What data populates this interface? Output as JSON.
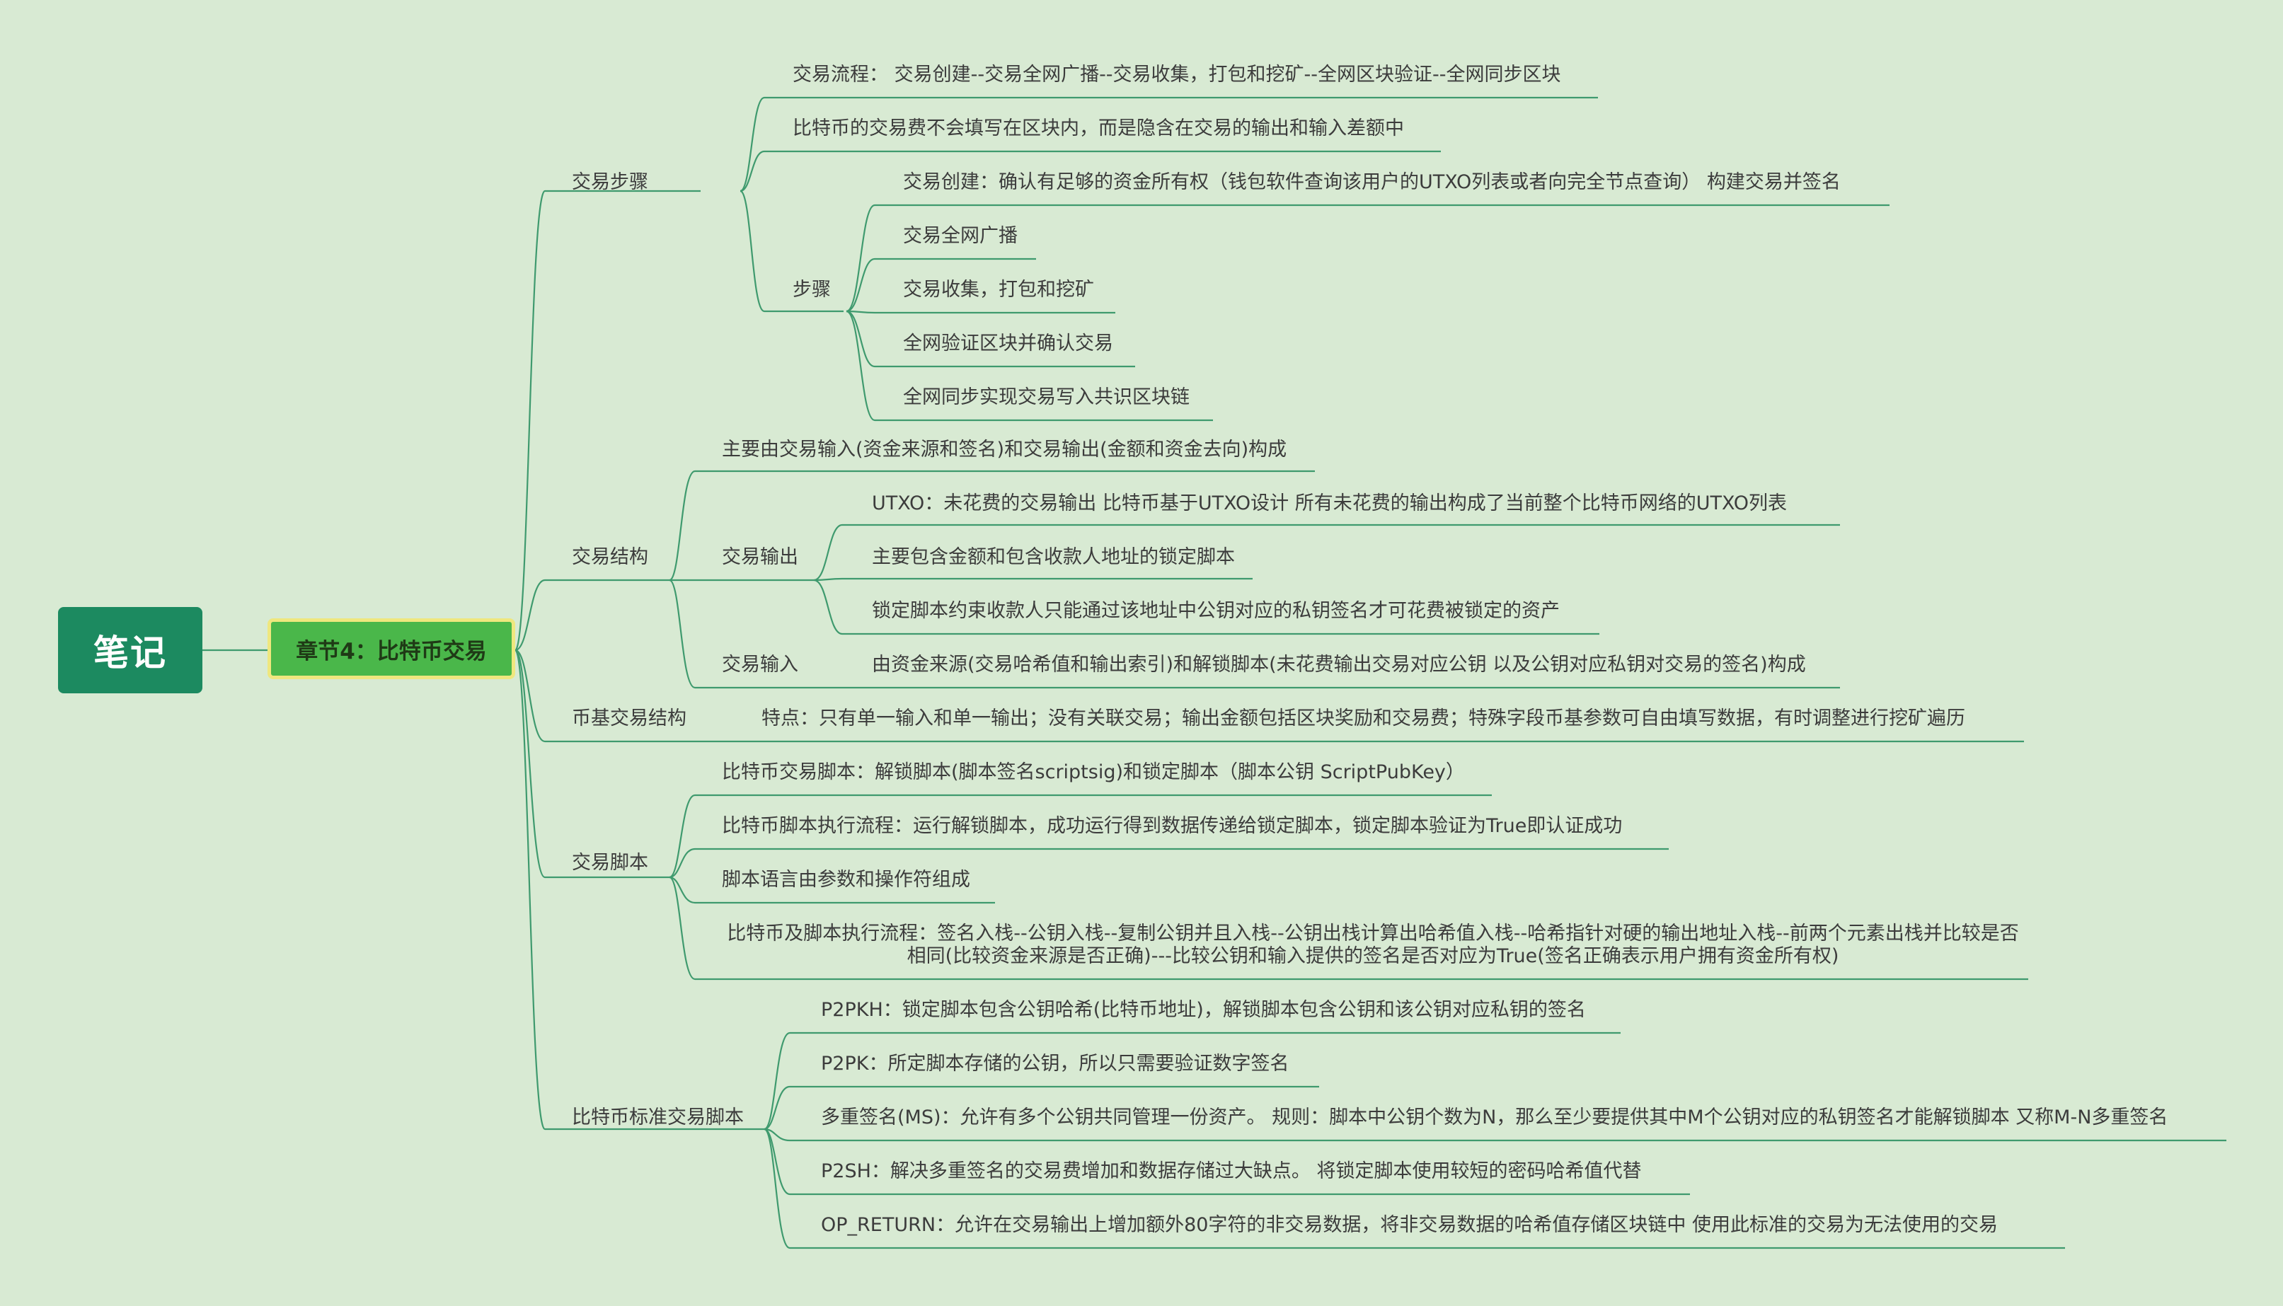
{
  "root": "笔记",
  "chapter": "章节4：比特币交易",
  "branches": [
    {
      "label": "交易步骤",
      "children": [
        {
          "text": "交易流程： 交易创建--交易全网广播--交易收集，打包和挖矿--全网区块验证--全网同步区块"
        },
        {
          "text": "比特币的交易费不会填写在区块内，而是隐含在交易的输出和输入差额中"
        },
        {
          "label": "步骤",
          "children": [
            "交易创建：确认有足够的资金所有权（钱包软件查询该用户的UTXO列表或者向完全节点查询） 构建交易并签名",
            "交易全网广播",
            "交易收集，打包和挖矿",
            "全网验证区块并确认交易",
            "全网同步实现交易写入共识区块链"
          ]
        }
      ]
    },
    {
      "label": "交易结构",
      "children": [
        {
          "text": "主要由交易输入(资金来源和签名)和交易输出(金额和资金去向)构成"
        },
        {
          "label": "交易输出",
          "children": [
            "UTXO：未花费的交易输出 比特币基于UTXO设计 所有未花费的输出构成了当前整个比特币网络的UTXO列表",
            "主要包含金额和包含收款人地址的锁定脚本",
            "锁定脚本约束收款人只能通过该地址中公钥对应的私钥签名才可花费被锁定的资产"
          ]
        },
        {
          "label": "交易输入",
          "children": [
            "由资金来源(交易哈希值和输出索引)和解锁脚本(未花费输出交易对应公钥 以及公钥对应私钥对交易的签名)构成"
          ]
        }
      ]
    },
    {
      "label": "币基交易结构",
      "children": [
        {
          "text": "特点：只有单一输入和单一输出；没有关联交易；输出金额包括区块奖励和交易费；特殊字段币基参数可自由填写数据，有时调整进行挖矿遍历"
        }
      ]
    },
    {
      "label": "交易脚本",
      "children": [
        {
          "text": "比特币交易脚本：解锁脚本(脚本签名scriptsig)和锁定脚本（脚本公钥 ScriptPubKey）"
        },
        {
          "text": "比特币脚本执行流程：运行解锁脚本，成功运行得到数据传递给锁定脚本，锁定脚本验证为True即认证成功"
        },
        {
          "text": "脚本语言由参数和操作符组成"
        },
        {
          "text": "比特币及脚本执行流程：签名入栈--公钥入栈--复制公钥并且入栈--公钥出栈计算出哈希值入栈--哈希指针对硬的输出地址入栈--前两个元素出栈并比较是否相同(比较资金来源是否正确)---比较公钥和输入提供的签名是否对应为True(签名正确表示用户拥有资金所有权)"
        }
      ]
    },
    {
      "label": "比特币标准交易脚本",
      "children": [
        {
          "text": "P2PKH：锁定脚本包含公钥哈希(比特币地址)，解锁脚本包含公钥和该公钥对应私钥的签名"
        },
        {
          "text": "P2PK：所定脚本存储的公钥，所以只需要验证数字签名"
        },
        {
          "text": "多重签名(MS)：允许有多个公钥共同管理一份资产。 规则：脚本中公钥个数为N，那么至少要提供其中M个公钥对应的私钥签名才能解锁脚本 又称M-N多重签名"
        },
        {
          "text": "P2SH：解决多重签名的交易费增加和数据存储过大缺点。 将锁定脚本使用较短的密码哈希值代替"
        },
        {
          "text": "OP_RETURN：允许在交易输出上增加额外80字符的非交易数据，将非交易数据的哈希值存储区块链中 使用此标准的交易为无法使用的交易"
        }
      ]
    }
  ],
  "colors": {
    "background": "#d8ead3",
    "root_fill": "#1c8a60",
    "chapter_fill": "#4ab74a",
    "chapter_border": "#efe77e",
    "connector": "#3f9a6e",
    "text": "#3c3c3c"
  }
}
